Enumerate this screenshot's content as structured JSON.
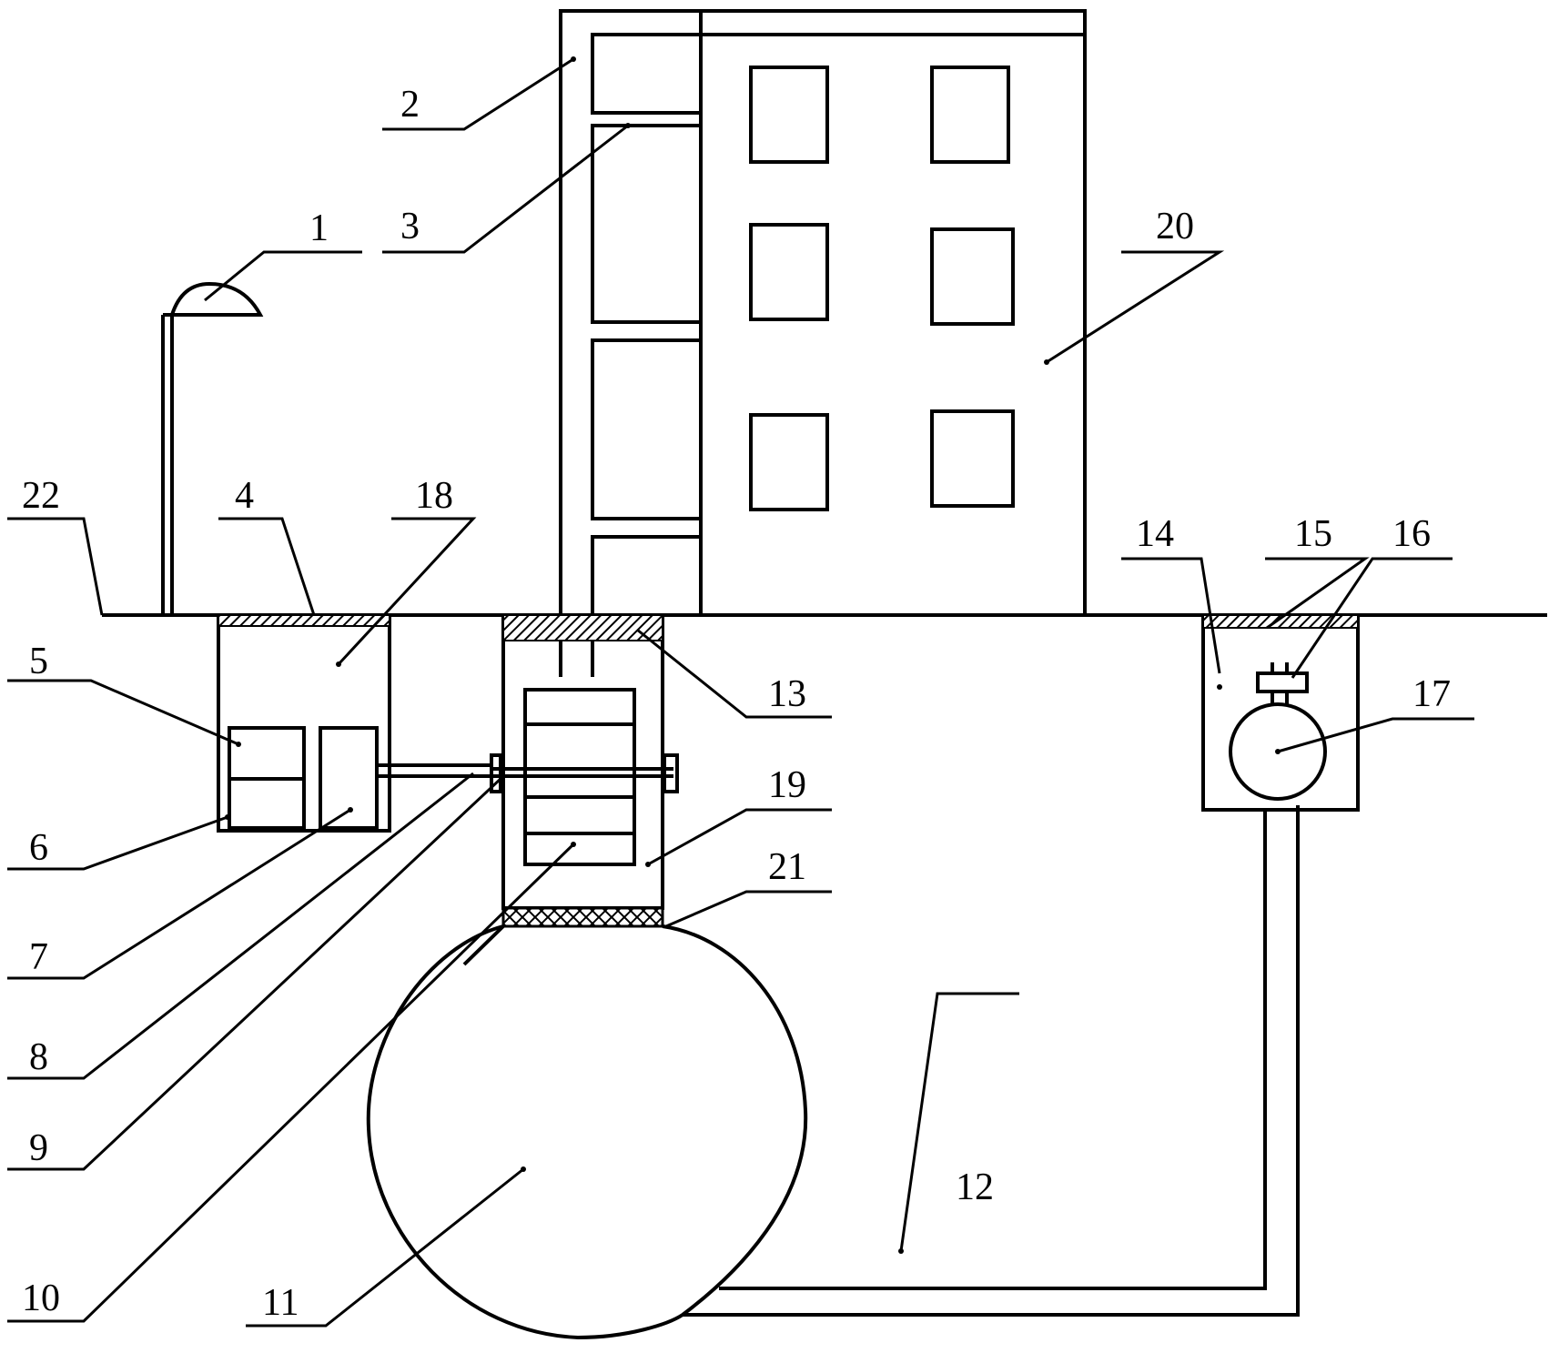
{
  "diagram": {
    "labels": {
      "l1": "1",
      "l2": "2",
      "l3": "3",
      "l4": "4",
      "l5": "5",
      "l6": "6",
      "l7": "7",
      "l8": "8",
      "l9": "9",
      "l10": "10",
      "l11": "11",
      "l12": "12",
      "l13": "13",
      "l14": "14",
      "l15": "15",
      "l16": "16",
      "l17": "17",
      "l18": "18",
      "l19": "19",
      "l20": "20",
      "l21": "21",
      "l22": "22"
    }
  }
}
